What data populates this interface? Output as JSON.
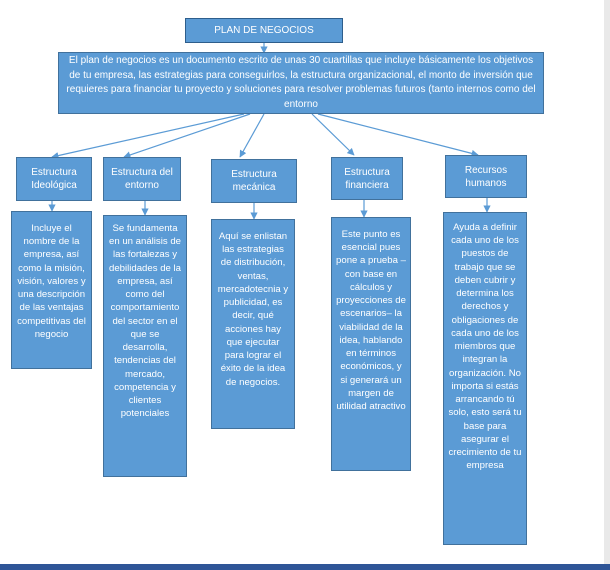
{
  "title": "PLAN DE NEGOCIOS",
  "intro": "El plan de negocios es un documento escrito de unas 30 cuartillas que incluye básicamente los objetivos de tu empresa, las estrategias para conseguirlos, la estructura organizacional, el monto de inversión que requieres para financiar tu proyecto y soluciones para resolver problemas futuros (tanto internos como del entorno",
  "categories": [
    {
      "label": "Estructura Ideológica",
      "description": "Incluye el nombre de la empresa, así como la misión, visión, valores y una descripción de las ventajas competitivas del negocio"
    },
    {
      "label": "Estructura del entorno",
      "description": "Se fundamenta en un análisis de las fortalezas y debilidades de la empresa, así como del comportamiento del sector en el que se desarrolla, tendencias del mercado, competencia y clientes potenciales"
    },
    {
      "label": "Estructura mecánica",
      "description": "Aquí se enlistan las estrategias de distribución, ventas, mercadotecnia y publicidad, es decir, qué acciones hay que ejecutar para lograr el éxito de la idea de negocios."
    },
    {
      "label": "Estructura financiera",
      "description": "Este punto es esencial pues pone a prueba –con base en cálculos y proyecciones de escenarios– la viabilidad de la idea, hablando en términos económicos, y si generará un margen de utilidad atractivo"
    },
    {
      "label": "Recursos humanos",
      "description": "Ayuda a definir cada uno de los puestos de trabajo que se deben cubrir y determina los derechos y obligaciones de cada uno de los miembros que integran la organización. No importa si estás arrancando tú solo, esto será tu base para asegurar el crecimiento de tu empresa"
    }
  ],
  "colors": {
    "box_fill": "#5b9bd5",
    "box_border": "#41719c",
    "arrow": "#5b9bd5",
    "text": "#ffffff"
  }
}
